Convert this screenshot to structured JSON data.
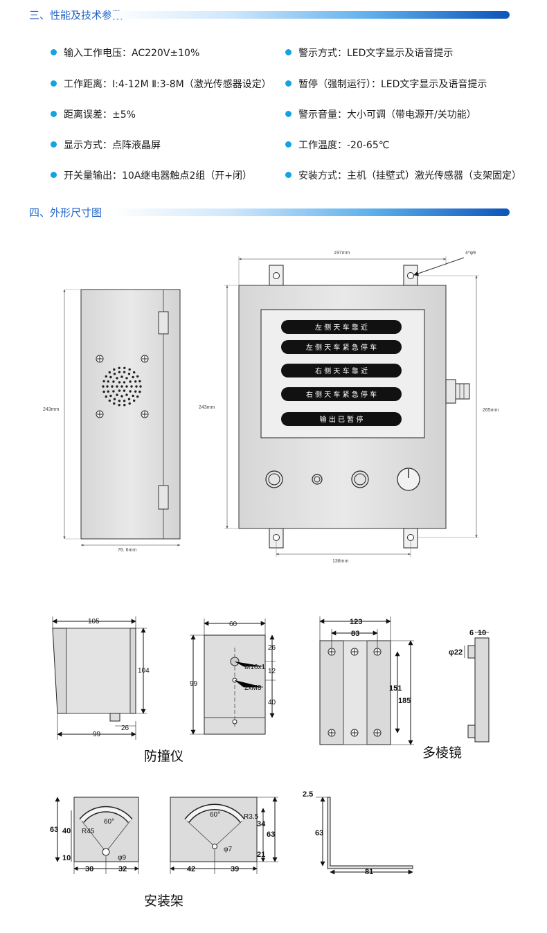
{
  "sections": {
    "specs_title": "三、性能及技术参数",
    "drawing_title": "四、外形尺寸图"
  },
  "specs": {
    "left": [
      "输入工作电压：AC220V±10%",
      "工作距离：Ⅰ:4-12M Ⅱ:3-8M（激光传感器设定）",
      "距离误差：±5%",
      "显示方式：点阵液晶屏",
      "开关量输出：10A继电器触点2组（开+闭）"
    ],
    "right": [
      "警示方式：LED文字显示及语音提示",
      "暂停（强制运行）：LED文字显示及语音提示",
      "警示音量：大小可调（带电源开/关功能）",
      "工作温度：-20-65℃",
      "安装方式：主机（挂壁式）激光传感器（支架固定）"
    ]
  },
  "device": {
    "side_height": "243mm",
    "side_depth": "76. 6mm",
    "front_width": "197mm",
    "front_height": "243mm",
    "total_height": "265mm",
    "bottom_width": "138mm",
    "hole_note": "4*φ9",
    "display_buttons": [
      "左 侧 天 车 靠 近",
      "左 侧 天 车 紧 急 停 车",
      "右 侧 天 车 靠 近",
      "右 侧 天 车 紧 急 停 车",
      "输 出 已 暂 停"
    ]
  },
  "parts": {
    "bumper": {
      "caption": "防撞仪",
      "dims": {
        "top": "105",
        "height": "104",
        "bottom": "99",
        "small": "26"
      }
    },
    "bumper_plate": {
      "dims": {
        "width": "60",
        "height": "99",
        "d1": "26",
        "d2": "12",
        "d3": "40",
        "m16": "M16x1",
        "m8": "2xM8"
      }
    },
    "prism": {
      "caption": "多棱镜",
      "dims": {
        "w1": "123",
        "w2": "83",
        "h1": "151",
        "h2": "185"
      }
    },
    "prism_side": {
      "dims": {
        "a": "6",
        "b": "10",
        "dia": "φ22"
      }
    },
    "bracket": {
      "caption": "安装架",
      "a": {
        "angle": "60°",
        "r": "R45",
        "h_total": "63",
        "h1": "40",
        "h2": "10",
        "w1": "30",
        "w2": "32",
        "dia": "φ9"
      },
      "b": {
        "angle": "60°",
        "r": "R3.5",
        "h1": "34",
        "h2": "63",
        "h3": "21",
        "w1": "42",
        "w2": "39",
        "dia": "φ7"
      },
      "c": {
        "t": "2.5",
        "h": "63",
        "w": "81"
      }
    }
  },
  "colors": {
    "accent": "#1e63c8",
    "bullet": "#12a3e3",
    "display_button": "#111111"
  }
}
